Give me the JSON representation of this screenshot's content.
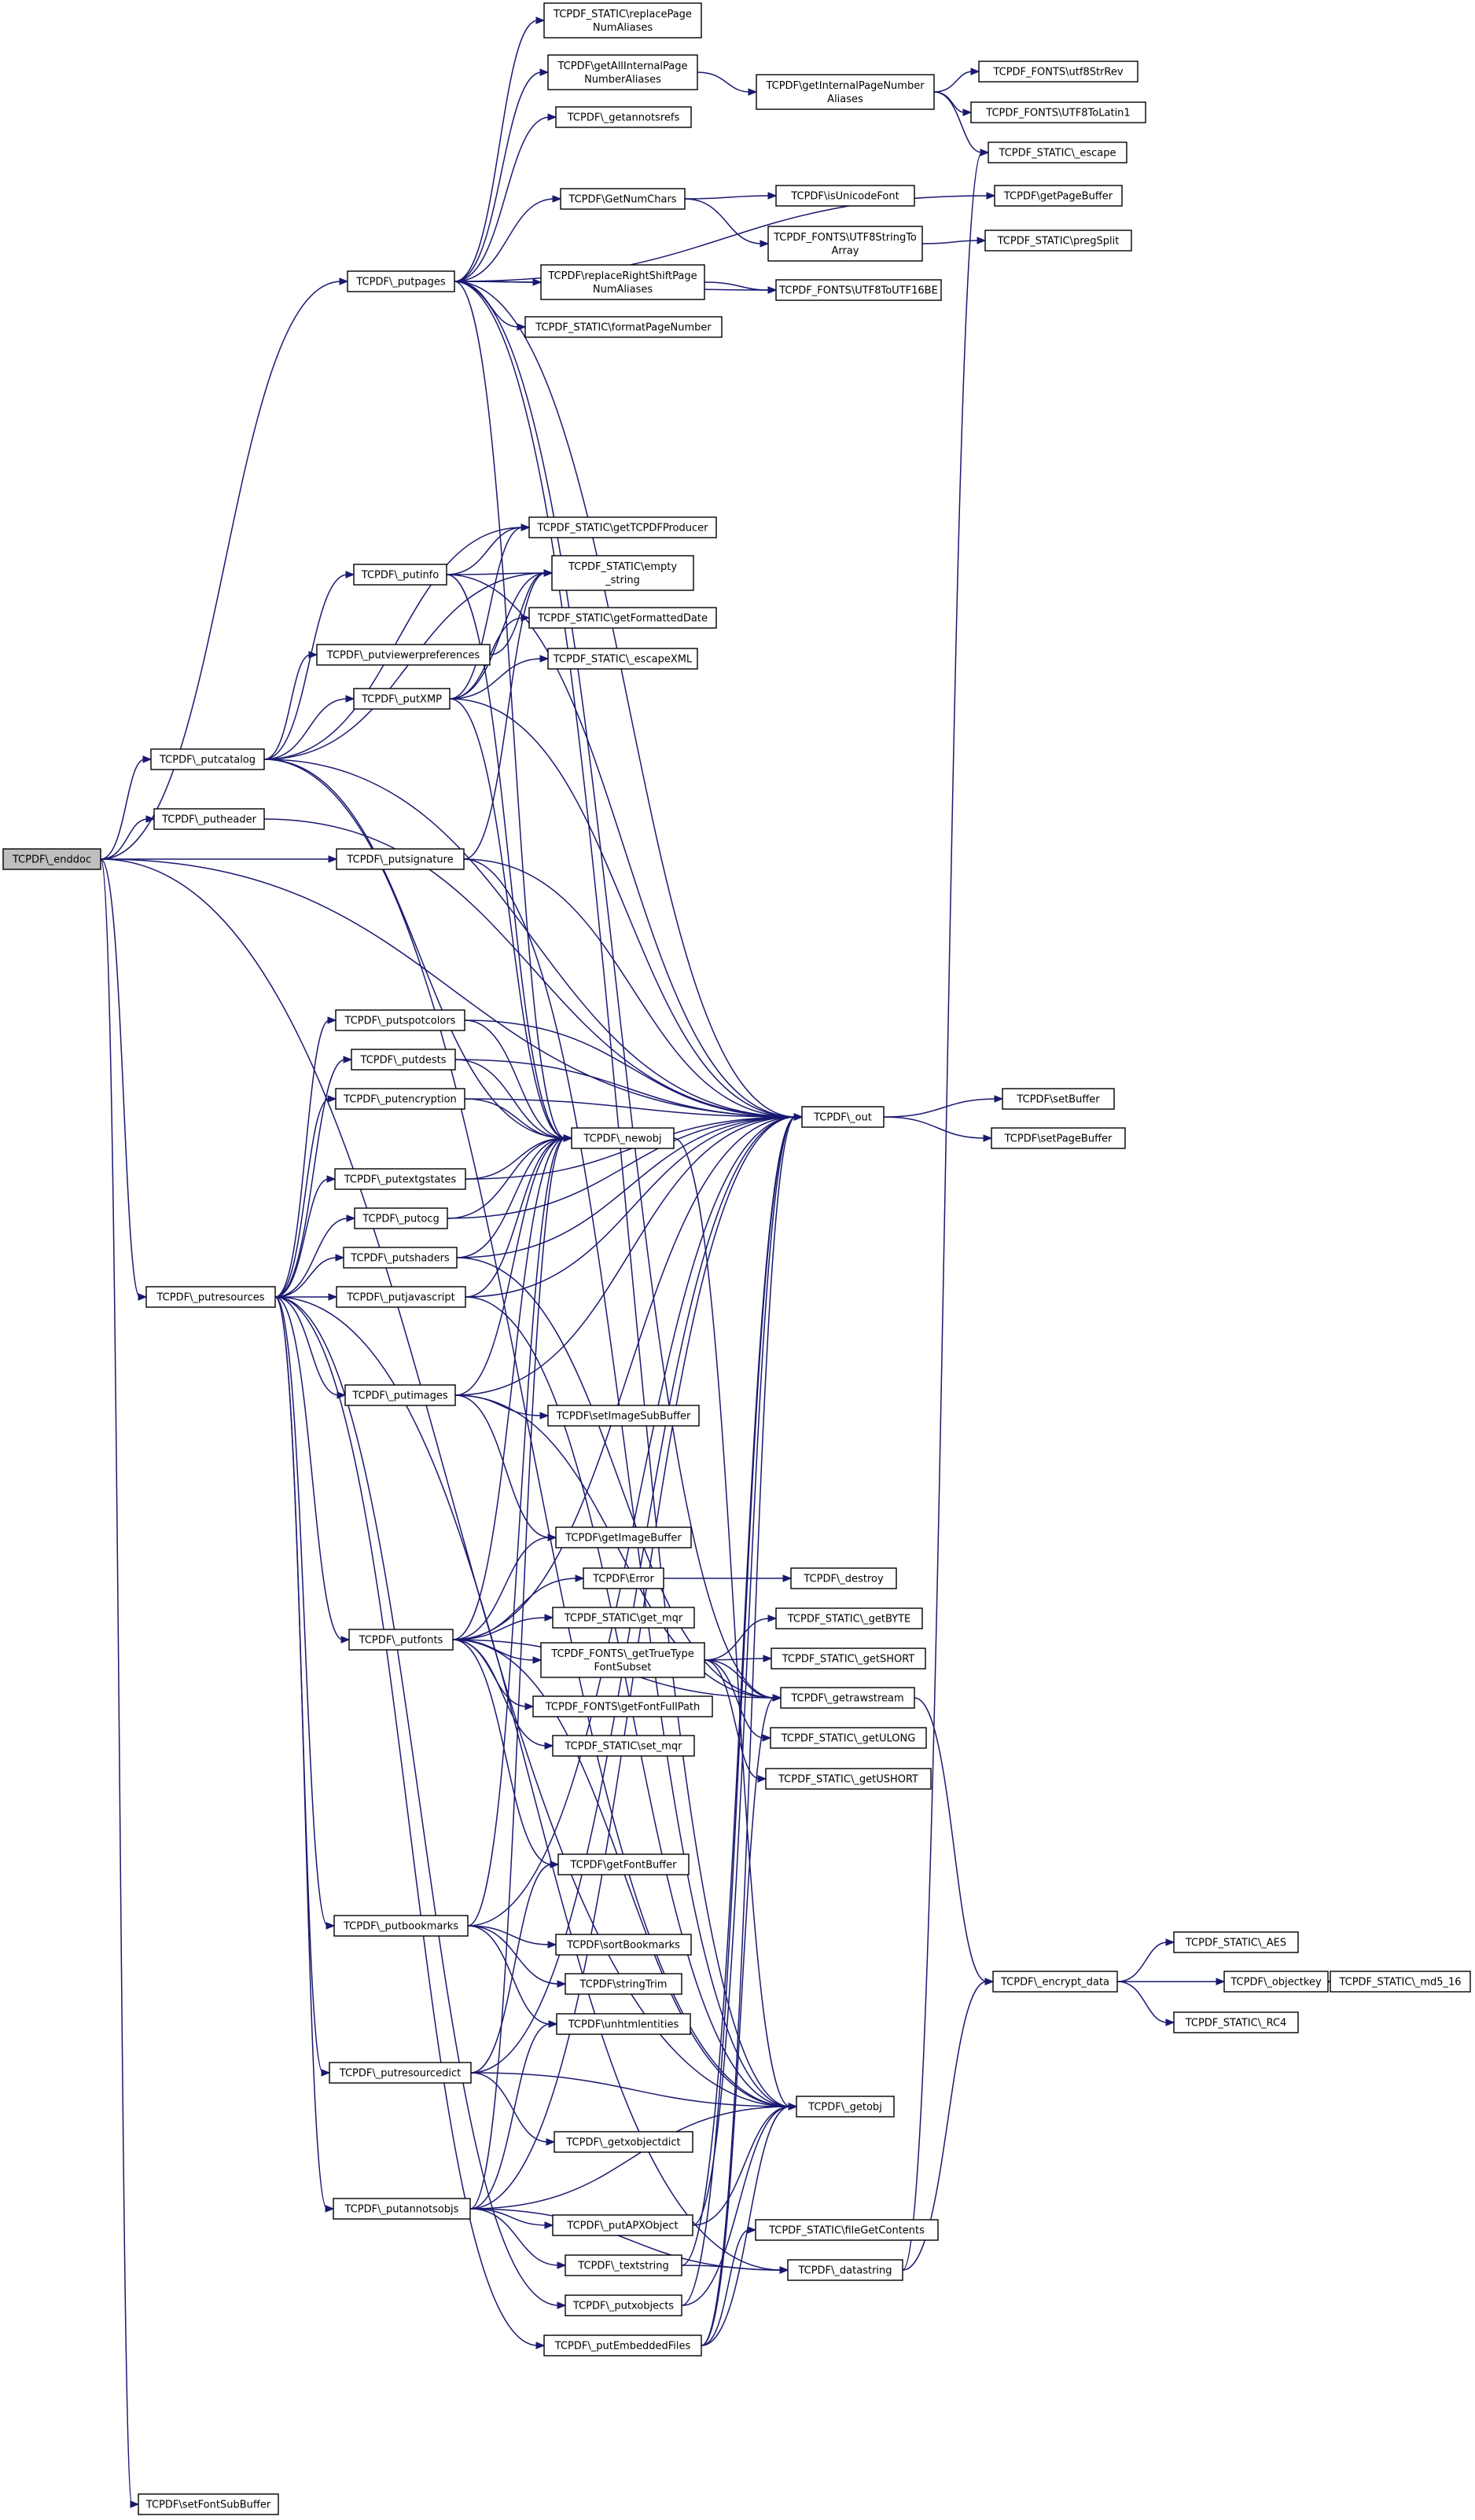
{
  "colors": {
    "edge": "#191970",
    "node_border": "#000000",
    "node_fill": "#ffffff",
    "root_fill": "#bfbfbf"
  },
  "nodes": [
    {
      "id": "enddoc",
      "label": "TCPDF\\_enddoc"
    },
    {
      "id": "putpages",
      "label": "TCPDF\\_putpages"
    },
    {
      "id": "putcatalog",
      "label": "TCPDF\\_putcatalog"
    },
    {
      "id": "putheader",
      "label": "TCPDF\\_putheader"
    },
    {
      "id": "putresources",
      "label": "TCPDF\\_putresources"
    },
    {
      "id": "setFontSubBuffer",
      "label": "TCPDF\\setFontSubBuffer"
    },
    {
      "id": "putinfo",
      "label": "TCPDF\\_putinfo"
    },
    {
      "id": "putviewerpreferences",
      "label": "TCPDF\\_putviewerpreferences"
    },
    {
      "id": "putXMP",
      "label": "TCPDF\\_putXMP"
    },
    {
      "id": "putsignature",
      "label": "TCPDF\\_putsignature"
    },
    {
      "id": "putspotcolors",
      "label": "TCPDF\\_putspotcolors"
    },
    {
      "id": "putdests",
      "label": "TCPDF\\_putdests"
    },
    {
      "id": "putencryption",
      "label": "TCPDF\\_putencryption"
    },
    {
      "id": "putextgstates",
      "label": "TCPDF\\_putextgstates"
    },
    {
      "id": "putocg",
      "label": "TCPDF\\_putocg"
    },
    {
      "id": "putshaders",
      "label": "TCPDF\\_putshaders"
    },
    {
      "id": "putjavascript",
      "label": "TCPDF\\_putjavascript"
    },
    {
      "id": "putimages",
      "label": "TCPDF\\_putimages"
    },
    {
      "id": "putfonts",
      "label": "TCPDF\\_putfonts"
    },
    {
      "id": "putbookmarks",
      "label": "TCPDF\\_putbookmarks"
    },
    {
      "id": "putresourcedict",
      "label": "TCPDF\\_putresourcedict"
    },
    {
      "id": "putannotsobjs",
      "label": "TCPDF\\_putannotsobjs"
    },
    {
      "id": "replacePageNumAliases",
      "label": "TCPDF_STATIC\\replacePage\nNumAliases"
    },
    {
      "id": "getAllInternalPageNumberAliases",
      "label": "TCPDF\\getAllInternalPage\nNumberAliases"
    },
    {
      "id": "getannotsrefs",
      "label": "TCPDF\\_getannotsrefs"
    },
    {
      "id": "GetNumChars",
      "label": "TCPDF\\GetNumChars"
    },
    {
      "id": "replaceRightShiftPageNumAliases",
      "label": "TCPDF\\replaceRightShiftPage\nNumAliases"
    },
    {
      "id": "formatPageNumber",
      "label": "TCPDF_STATIC\\formatPageNumber"
    },
    {
      "id": "getTCPDFProducer",
      "label": "TCPDF_STATIC\\getTCPDFProducer"
    },
    {
      "id": "empty_string",
      "label": "TCPDF_STATIC\\empty\n_string"
    },
    {
      "id": "getFormattedDate",
      "label": "TCPDF_STATIC\\getFormattedDate"
    },
    {
      "id": "escapeXML",
      "label": "TCPDF_STATIC\\_escapeXML"
    },
    {
      "id": "newobj",
      "label": "TCPDF\\_newobj"
    },
    {
      "id": "setImageSubBuffer",
      "label": "TCPDF\\setImageSubBuffer"
    },
    {
      "id": "getImageBuffer",
      "label": "TCPDF\\getImageBuffer"
    },
    {
      "id": "Error",
      "label": "TCPDF\\Error"
    },
    {
      "id": "get_mqr",
      "label": "TCPDF_STATIC\\get_mqr"
    },
    {
      "id": "getTrueTypeFontSubset",
      "label": "TCPDF_FONTS\\_getTrueType\nFontSubset"
    },
    {
      "id": "getFontFullPath",
      "label": "TCPDF_FONTS\\getFontFullPath"
    },
    {
      "id": "set_mqr",
      "label": "TCPDF_STATIC\\set_mqr"
    },
    {
      "id": "getFontBuffer",
      "label": "TCPDF\\getFontBuffer"
    },
    {
      "id": "sortBookmarks",
      "label": "TCPDF\\sortBookmarks"
    },
    {
      "id": "stringTrim",
      "label": "TCPDF\\stringTrim"
    },
    {
      "id": "unhtmlentities",
      "label": "TCPDF\\unhtmlentities"
    },
    {
      "id": "getxobjectdict",
      "label": "TCPDF\\_getxobjectdict"
    },
    {
      "id": "putAPXObject",
      "label": "TCPDF\\_putAPXObject"
    },
    {
      "id": "textstring",
      "label": "TCPDF\\_textstring"
    },
    {
      "id": "putxobjects",
      "label": "TCPDF\\_putxobjects"
    },
    {
      "id": "putEmbeddedFiles",
      "label": "TCPDF\\_putEmbeddedFiles"
    },
    {
      "id": "getInternalPageNumberAliases",
      "label": "TCPDF\\getInternalPageNumber\nAliases"
    },
    {
      "id": "isUnicodeFont",
      "label": "TCPDF\\isUnicodeFont"
    },
    {
      "id": "UTF8StringToArray",
      "label": "TCPDF_FONTS\\UTF8StringTo\nArray"
    },
    {
      "id": "UTF8ToUTF16BE",
      "label": "TCPDF_FONTS\\UTF8ToUTF16BE"
    },
    {
      "id": "out",
      "label": "TCPDF\\_out"
    },
    {
      "id": "destroy",
      "label": "TCPDF\\_destroy"
    },
    {
      "id": "getBYTE",
      "label": "TCPDF_STATIC\\_getBYTE"
    },
    {
      "id": "getSHORT",
      "label": "TCPDF_STATIC\\_getSHORT"
    },
    {
      "id": "getrawstream",
      "label": "TCPDF\\_getrawstream"
    },
    {
      "id": "getULONG",
      "label": "TCPDF_STATIC\\_getULONG"
    },
    {
      "id": "getUSHORT",
      "label": "TCPDF_STATIC\\_getUSHORT"
    },
    {
      "id": "getobj",
      "label": "TCPDF\\_getobj"
    },
    {
      "id": "fileGetContents",
      "label": "TCPDF_STATIC\\fileGetContents"
    },
    {
      "id": "datastring",
      "label": "TCPDF\\_datastring"
    },
    {
      "id": "utf8StrRev",
      "label": "TCPDF_FONTS\\utf8StrRev"
    },
    {
      "id": "UTF8ToLatin1",
      "label": "TCPDF_FONTS\\UTF8ToLatin1"
    },
    {
      "id": "escape",
      "label": "TCPDF_STATIC\\_escape"
    },
    {
      "id": "getPageBuffer",
      "label": "TCPDF\\getPageBuffer"
    },
    {
      "id": "pregSplit",
      "label": "TCPDF_STATIC\\pregSplit"
    },
    {
      "id": "setBuffer",
      "label": "TCPDF\\setBuffer"
    },
    {
      "id": "setPageBuffer",
      "label": "TCPDF\\setPageBuffer"
    },
    {
      "id": "encrypt_data",
      "label": "TCPDF\\_encrypt_data"
    },
    {
      "id": "AES",
      "label": "TCPDF_STATIC\\_AES"
    },
    {
      "id": "objectkey",
      "label": "TCPDF\\_objectkey"
    },
    {
      "id": "RC4",
      "label": "TCPDF_STATIC\\_RC4"
    },
    {
      "id": "md5_16",
      "label": "TCPDF_STATIC\\_md5_16"
    }
  ],
  "edges": [
    [
      "enddoc",
      "putpages"
    ],
    [
      "enddoc",
      "putcatalog"
    ],
    [
      "enddoc",
      "putheader"
    ],
    [
      "enddoc",
      "putsignature"
    ],
    [
      "enddoc",
      "out"
    ],
    [
      "enddoc",
      "putresources"
    ],
    [
      "enddoc",
      "setFontSubBuffer"
    ],
    [
      "enddoc",
      "getobj"
    ],
    [
      "putpages",
      "replacePageNumAliases"
    ],
    [
      "putpages",
      "getAllInternalPageNumberAliases"
    ],
    [
      "putpages",
      "getannotsrefs"
    ],
    [
      "putpages",
      "GetNumChars"
    ],
    [
      "putpages",
      "replaceRightShiftPageNumAliases"
    ],
    [
      "putpages",
      "formatPageNumber"
    ],
    [
      "putpages",
      "getPageBuffer"
    ],
    [
      "putpages",
      "UTF8ToUTF16BE"
    ],
    [
      "putpages",
      "out"
    ],
    [
      "putpages",
      "newobj"
    ],
    [
      "putpages",
      "getrawstream"
    ],
    [
      "putpages",
      "getobj"
    ],
    [
      "getAllInternalPageNumberAliases",
      "getInternalPageNumberAliases"
    ],
    [
      "getInternalPageNumberAliases",
      "utf8StrRev"
    ],
    [
      "getInternalPageNumberAliases",
      "UTF8ToLatin1"
    ],
    [
      "getInternalPageNumberAliases",
      "escape"
    ],
    [
      "GetNumChars",
      "isUnicodeFont"
    ],
    [
      "GetNumChars",
      "UTF8StringToArray"
    ],
    [
      "UTF8StringToArray",
      "pregSplit"
    ],
    [
      "replaceRightShiftPageNumAliases",
      "UTF8ToUTF16BE"
    ],
    [
      "putcatalog",
      "putinfo"
    ],
    [
      "putcatalog",
      "putviewerpreferences"
    ],
    [
      "putcatalog",
      "putXMP"
    ],
    [
      "putcatalog",
      "empty_string"
    ],
    [
      "putcatalog",
      "out"
    ],
    [
      "putcatalog",
      "newobj"
    ],
    [
      "putcatalog",
      "getobj"
    ],
    [
      "putcatalog",
      "getTCPDFProducer"
    ],
    [
      "putinfo",
      "getTCPDFProducer"
    ],
    [
      "putinfo",
      "empty_string"
    ],
    [
      "putinfo",
      "newobj"
    ],
    [
      "putinfo",
      "out"
    ],
    [
      "putviewerpreferences",
      "empty_string"
    ],
    [
      "putXMP",
      "empty_string"
    ],
    [
      "putXMP",
      "getFormattedDate"
    ],
    [
      "putXMP",
      "escapeXML"
    ],
    [
      "putXMP",
      "getTCPDFProducer"
    ],
    [
      "putXMP",
      "out"
    ],
    [
      "putXMP",
      "newobj"
    ],
    [
      "putheader",
      "out"
    ],
    [
      "putsignature",
      "out"
    ],
    [
      "putsignature",
      "empty_string"
    ],
    [
      "putsignature",
      "getobj"
    ],
    [
      "putresources",
      "putspotcolors"
    ],
    [
      "putresources",
      "putdests"
    ],
    [
      "putresources",
      "putencryption"
    ],
    [
      "putresources",
      "putextgstates"
    ],
    [
      "putresources",
      "putocg"
    ],
    [
      "putresources",
      "putshaders"
    ],
    [
      "putresources",
      "putjavascript"
    ],
    [
      "putresources",
      "putimages"
    ],
    [
      "putresources",
      "putfonts"
    ],
    [
      "putresources",
      "putbookmarks"
    ],
    [
      "putresources",
      "putresourcedict"
    ],
    [
      "putresources",
      "putannotsobjs"
    ],
    [
      "putresources",
      "putxobjects"
    ],
    [
      "putresources",
      "putEmbeddedFiles"
    ],
    [
      "putresources",
      "datastring"
    ],
    [
      "putspotcolors",
      "newobj"
    ],
    [
      "putspotcolors",
      "out"
    ],
    [
      "putdests",
      "newobj"
    ],
    [
      "putdests",
      "out"
    ],
    [
      "putencryption",
      "newobj"
    ],
    [
      "putencryption",
      "out"
    ],
    [
      "putextgstates",
      "newobj"
    ],
    [
      "putextgstates",
      "out"
    ],
    [
      "putocg",
      "newobj"
    ],
    [
      "putocg",
      "out"
    ],
    [
      "putshaders",
      "newobj"
    ],
    [
      "putshaders",
      "out"
    ],
    [
      "putshaders",
      "getrawstream"
    ],
    [
      "putjavascript",
      "newobj"
    ],
    [
      "putjavascript",
      "out"
    ],
    [
      "putjavascript",
      "getobj"
    ],
    [
      "putimages",
      "setImageSubBuffer"
    ],
    [
      "putimages",
      "getImageBuffer"
    ],
    [
      "putimages",
      "newobj"
    ],
    [
      "putimages",
      "out"
    ],
    [
      "putimages",
      "getrawstream"
    ],
    [
      "putfonts",
      "getImageBuffer"
    ],
    [
      "putfonts",
      "Error"
    ],
    [
      "putfonts",
      "get_mqr"
    ],
    [
      "putfonts",
      "getTrueTypeFontSubset"
    ],
    [
      "putfonts",
      "getFontFullPath"
    ],
    [
      "putfonts",
      "set_mqr"
    ],
    [
      "putfonts",
      "getFontBuffer"
    ],
    [
      "putfonts",
      "newobj"
    ],
    [
      "putfonts",
      "out"
    ],
    [
      "putfonts",
      "getrawstream"
    ],
    [
      "putfonts",
      "getobj"
    ],
    [
      "Error",
      "destroy"
    ],
    [
      "getTrueTypeFontSubset",
      "getBYTE"
    ],
    [
      "getTrueTypeFontSubset",
      "getSHORT"
    ],
    [
      "getTrueTypeFontSubset",
      "getULONG"
    ],
    [
      "getTrueTypeFontSubset",
      "getUSHORT"
    ],
    [
      "getTrueTypeFontSubset",
      "getrawstream"
    ],
    [
      "putbookmarks",
      "sortBookmarks"
    ],
    [
      "putbookmarks",
      "stringTrim"
    ],
    [
      "putbookmarks",
      "unhtmlentities"
    ],
    [
      "putbookmarks",
      "newobj"
    ],
    [
      "putbookmarks",
      "out"
    ],
    [
      "putresourcedict",
      "getFontBuffer"
    ],
    [
      "putresourcedict",
      "getxobjectdict"
    ],
    [
      "putresourcedict",
      "out"
    ],
    [
      "putresourcedict",
      "getobj"
    ],
    [
      "putannotsobjs",
      "putAPXObject"
    ],
    [
      "putannotsobjs",
      "textstring"
    ],
    [
      "putannotsobjs",
      "unhtmlentities"
    ],
    [
      "putannotsobjs",
      "newobj"
    ],
    [
      "putannotsobjs",
      "out"
    ],
    [
      "putannotsobjs",
      "getobj"
    ],
    [
      "putannotsobjs",
      "datastring"
    ],
    [
      "putAPXObject",
      "out"
    ],
    [
      "putAPXObject",
      "getobj"
    ],
    [
      "textstring",
      "datastring"
    ],
    [
      "textstring",
      "out"
    ],
    [
      "putxobjects",
      "out"
    ],
    [
      "putxobjects",
      "getobj"
    ],
    [
      "putEmbeddedFiles",
      "fileGetContents"
    ],
    [
      "putEmbeddedFiles",
      "out"
    ],
    [
      "putEmbeddedFiles",
      "getobj"
    ],
    [
      "putEmbeddedFiles",
      "getrawstream"
    ],
    [
      "out",
      "setBuffer"
    ],
    [
      "out",
      "setPageBuffer"
    ],
    [
      "newobj",
      "getobj"
    ],
    [
      "getrawstream",
      "encrypt_data"
    ],
    [
      "datastring",
      "escape"
    ],
    [
      "datastring",
      "encrypt_data"
    ],
    [
      "encrypt_data",
      "AES"
    ],
    [
      "encrypt_data",
      "objectkey"
    ],
    [
      "encrypt_data",
      "RC4"
    ],
    [
      "objectkey",
      "md5_16"
    ]
  ]
}
